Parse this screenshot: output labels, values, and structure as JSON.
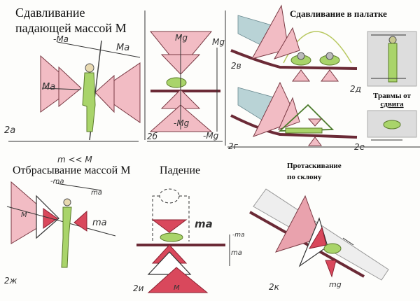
{
  "panels": {
    "a": {
      "title_line1": "Сдавливание",
      "title_line2": "падающей массой  М",
      "label_neg": "-Ma",
      "label_pos": "Ma",
      "label_left": "Ma",
      "tag": "2а"
    },
    "b": {
      "label_top": "Mg",
      "label_right_top": "Mg",
      "label_bottom": "-Mg",
      "label_right_bottom": "-Mg",
      "tag": "2б"
    },
    "v": {
      "title": "Сдавливание в палатке",
      "tag": "2в"
    },
    "g": {
      "tag": "2г"
    },
    "d": {
      "tag": "2д"
    },
    "e": {
      "tag": "2е",
      "caption_line1": "Травмы от",
      "caption_line2": "сдвига"
    },
    "zh": {
      "condition": "m << M",
      "title": "Отбрасывание массой М",
      "label_neg": "-ma",
      "label_pos": "ma",
      "label_right": "ma",
      "label_mass": "M",
      "tag": "2ж"
    },
    "i": {
      "title": "Падение",
      "label_ma": "ma",
      "label_neg": "-ma",
      "label_pos": "ma",
      "label_mass": "M",
      "tag": "2и"
    },
    "k": {
      "title_line1": "Протаскивание",
      "title_line2": "по склону",
      "label_mg": "mg",
      "tag": "2к"
    }
  },
  "colors": {
    "pink": "#f2bcc4",
    "red": "#d9485c",
    "green": "#a9d46a",
    "ground": "#6b2a36",
    "snow": "#b9d3d6"
  }
}
